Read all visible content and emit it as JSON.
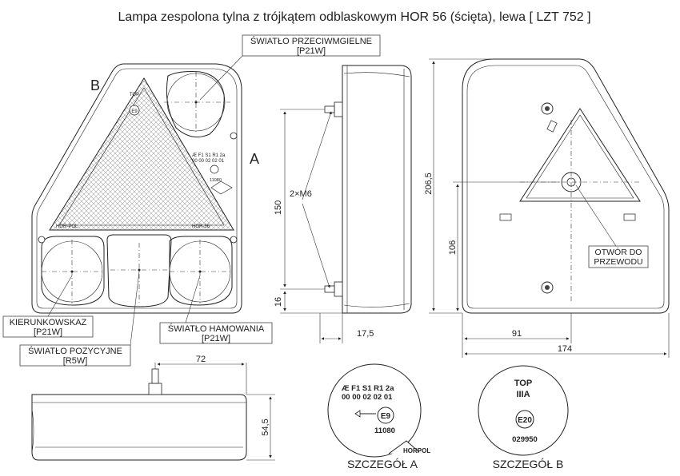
{
  "title": "Lampa zespolona tylna z trójkątem odblaskowym HOR 56 (ścięta), lewa [ LZT 752 ]",
  "labels": {
    "fog": {
      "name": "ŚWIATŁO PRZECIWMGIELNE",
      "bulb": "[P21W]"
    },
    "turn": {
      "name": "KIERUNKOWSKAZ",
      "bulb": "[P21W]"
    },
    "position": {
      "name": "ŚWIATŁO POZYCYJNE",
      "bulb": "[R5W]"
    },
    "brake": {
      "name": "ŚWIATŁO HAMOWANIA",
      "bulb": "[P21W]"
    },
    "hole": {
      "line1": "OTWÓR DO",
      "line2": "PRZEWODU"
    }
  },
  "markers": {
    "a": "A",
    "b": "B"
  },
  "dimensions": {
    "d150": "150",
    "d16": "16",
    "d2m6": "2×M6",
    "d17_5": "17,5",
    "d206_5": "206,5",
    "d106": "106",
    "d91": "91",
    "d174": "174",
    "d72": "72",
    "d54_5": "54,5"
  },
  "lamp_marks": {
    "codes_top": "Æ  F1  S1  R1  2a",
    "codes_bottom": "00  00  02  02  01",
    "e_mark": "E9",
    "approval": "11080",
    "brand": "HORPOL",
    "hor_left": "HOR-POL",
    "hor_right": "HOR-56",
    "top": "TOP",
    "class": "IIIA",
    "e20": "E20",
    "approval_b": "029950"
  },
  "details": {
    "a": "SZCZEGÓŁ A",
    "b": "SZCZEGÓŁ B"
  }
}
